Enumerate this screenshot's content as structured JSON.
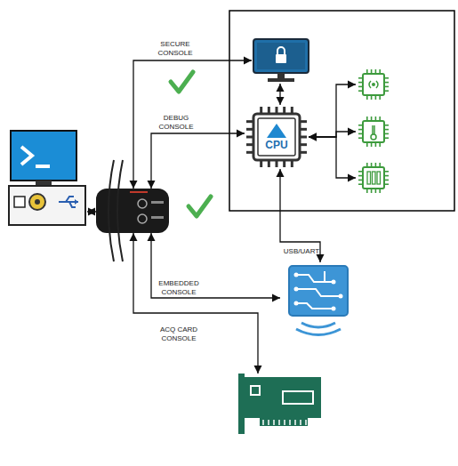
{
  "diagram": {
    "nodes": [
      {
        "text": []
      },
      {
        "text": []
      },
      {
        "text": []
      },
      {
        "text": [],
        "in": 2
      },
      {
        "text": [
          "CPU"
        ],
        "in": 2
      },
      {
        "text": [],
        "in": 2
      },
      {
        "text": [],
        "in": 2
      },
      {
        "text": [],
        "in": 2
      },
      {
        "text": []
      },
      {
        "text": []
      }
    ],
    "edges": [
      {
        "from": 0,
        "to": 1,
        "arrow": "both"
      },
      {
        "from": 1,
        "to": 3,
        "label": "SECURE CONSOLE",
        "arrow": "both"
      },
      {
        "from": 1,
        "to": 4,
        "label": "DEBUG CONSOLE",
        "arrow": "both"
      },
      {
        "from": 1,
        "to": 8,
        "label": "EMBEDDED CONSOLE",
        "arrow": "both"
      },
      {
        "from": 1,
        "to": 9,
        "label": "ACQ CARD CONSOLE",
        "arrow": "both"
      },
      {
        "from": 4,
        "to": 3,
        "arrow": "both"
      },
      {
        "from": 4,
        "to": 5,
        "arrow": "both"
      },
      {
        "from": 4,
        "to": 6,
        "arrow": "both"
      },
      {
        "from": 4,
        "to": 7,
        "arrow": "both"
      },
      {
        "from": 4,
        "to": 8,
        "label": "USB/UART",
        "arrow": "both"
      }
    ]
  }
}
